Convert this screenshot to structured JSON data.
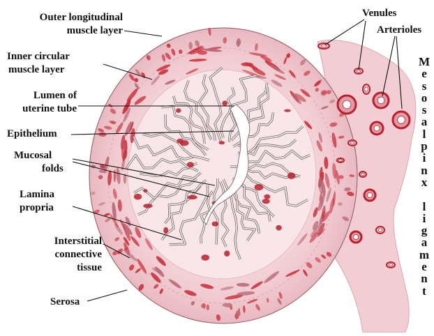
{
  "labels": {
    "outer_longitudinal": [
      "Outer longitudinal",
      "muscle layer"
    ],
    "inner_circular": [
      "Inner circular",
      "muscle layer"
    ],
    "lumen": [
      "Lumen of",
      "uterine tube"
    ],
    "epithelium": "Epithelium",
    "mucosal_folds": [
      "Mucosal",
      "folds"
    ],
    "lamina_propria": [
      "Lamina",
      "propria"
    ],
    "interstitial": [
      "Interstitial",
      "connective",
      "tissue"
    ],
    "serosa": "Serosa",
    "venules": "Venules",
    "arterioles": "Arterioles",
    "mesosalpinx": "Mesosalpinx ligament"
  },
  "colors": {
    "tissue_pink": "#f3d3d8",
    "muscle_red": "#c8323e",
    "vessel_red": "#b8202c",
    "line": "#111111"
  }
}
